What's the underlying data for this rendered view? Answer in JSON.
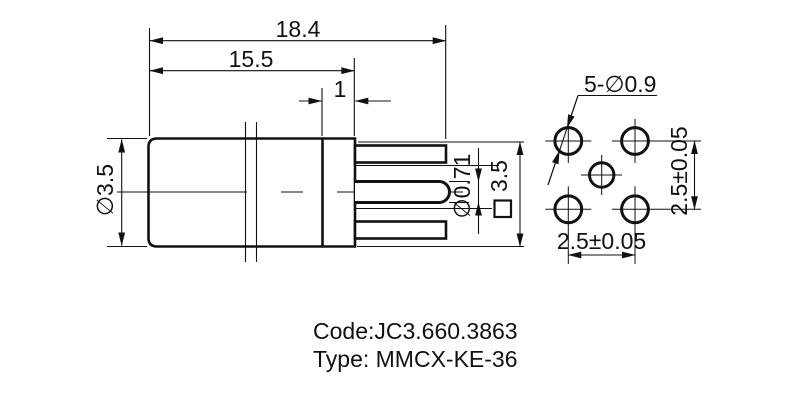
{
  "colors": {
    "line": "#111111",
    "background": "#ffffff"
  },
  "side_view": {
    "dim_total_length": "18.4",
    "dim_body_length": "15.5",
    "dim_flange_thickness": "1",
    "dim_body_diameter": "∅3.5",
    "dim_center_pin_diameter": "∅0.71",
    "dim_flange_square": "3.5"
  },
  "footprint_view": {
    "hole_callout": "5-∅0.9",
    "dim_vertical_pitch": "2.5±0.05",
    "dim_horizontal_pitch": "2.5±0.05"
  },
  "title_block": {
    "code": "Code:JC3.660.3863",
    "type": "Type: MMCX-KE-36"
  }
}
